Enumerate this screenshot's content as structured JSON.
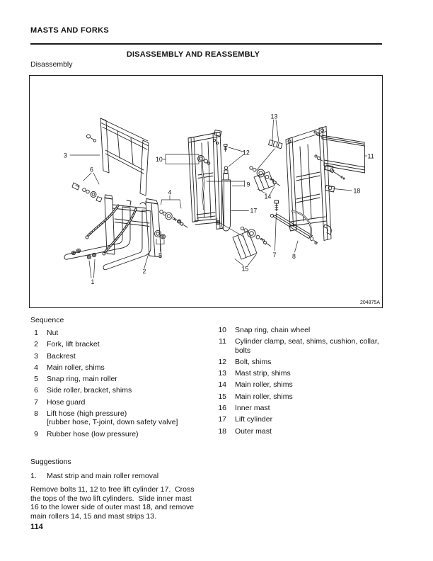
{
  "header": {
    "title": "MASTS AND FORKS",
    "section_title": "DISASSEMBLY AND REASSEMBLY",
    "subsection": "Disassembly"
  },
  "figure": {
    "code": "204875A",
    "callouts": [
      "1",
      "2",
      "3",
      "4",
      "5",
      "6",
      "7",
      "8",
      "9",
      "10",
      "11",
      "12",
      "13",
      "14",
      "15",
      "17",
      "18"
    ]
  },
  "sequence": {
    "heading": "Sequence",
    "items_left": [
      {
        "n": "1",
        "t": "Nut"
      },
      {
        "n": "2",
        "t": "Fork, lift bracket"
      },
      {
        "n": "3",
        "t": "Backrest"
      },
      {
        "n": "4",
        "t": "Main roller, shims"
      },
      {
        "n": "5",
        "t": "Snap ring, main roller"
      },
      {
        "n": "6",
        "t": "Side roller, bracket, shims"
      },
      {
        "n": "7",
        "t": "Hose guard"
      },
      {
        "n": "8",
        "t": "Lift hose (high pressure)",
        "t2": "[rubber hose, T-joint, down safety valve]"
      },
      {
        "n": "9",
        "t": "Rubber hose (low pressure)"
      }
    ],
    "items_right": [
      {
        "n": "10",
        "t": "Snap ring, chain wheel"
      },
      {
        "n": "11",
        "t": "Cylinder clamp, seat, shims, cushion, collar,",
        "t2": "bolts"
      },
      {
        "n": "12",
        "t": "Bolt, shims"
      },
      {
        "n": "13",
        "t": "Mast strip, shims"
      },
      {
        "n": "14",
        "t": "Main roller, shims"
      },
      {
        "n": "15",
        "t": "Main roller, shims"
      },
      {
        "n": "16",
        "t": "Inner mast"
      },
      {
        "n": "17",
        "t": "Lift cylinder"
      },
      {
        "n": "18",
        "t": "Outer mast"
      }
    ]
  },
  "suggestions": {
    "heading": "Suggestions",
    "item_number": "1.",
    "item_title": "Mast strip and main roller removal",
    "body_lines": [
      "Remove bolts 11, 12 to free lift cylinder 17.  Cross",
      "the tops of the two lift cylinders.  Slide inner mast",
      "16 to the lower side of outer mast 18, and remove",
      "main rollers 14, 15 and mast strips 13."
    ]
  },
  "footer": {
    "page_number": "114"
  }
}
